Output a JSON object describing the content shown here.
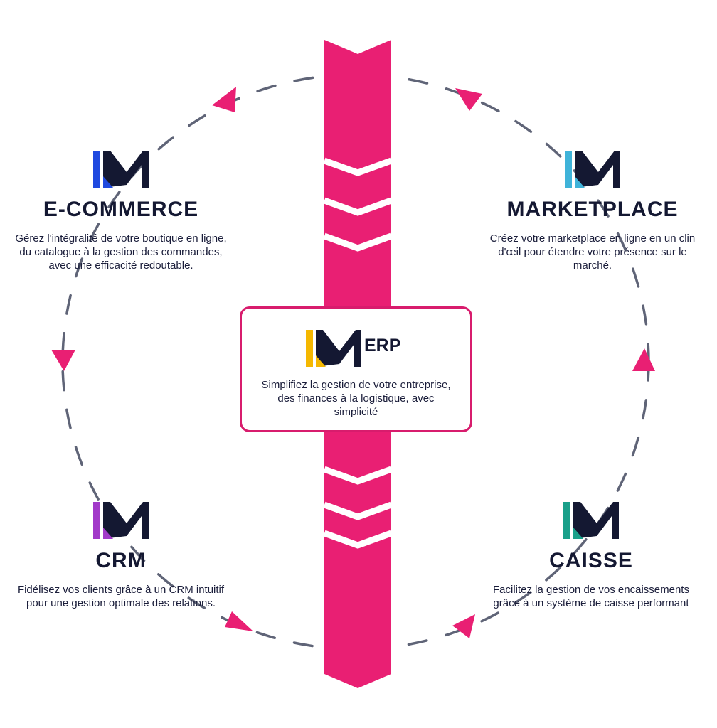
{
  "colors": {
    "arrow": "#e91f73",
    "dash": "#5f6477",
    "navy": "#141832",
    "ecommerce_accent": "#1f49e0",
    "marketplace_accent": "#3fb3d9",
    "crm_accent": "#a23ac9",
    "caisse_accent": "#1aa08a",
    "erp_accent": "#f5b800"
  },
  "modules": {
    "ecommerce": {
      "title": "E-COMMERCE",
      "desc": "Gérez l'intégralité de votre boutique en ligne, du catalogue à la gestion des commandes, avec une efficacité redoutable.",
      "icon": "im-logo-blue"
    },
    "marketplace": {
      "title": "MARKETPLACE",
      "desc": "Créez votre marketplace en ligne en un clin d'œil pour étendre votre présence sur le marché.",
      "icon": "im-logo-lightblue"
    },
    "crm": {
      "title": "CRM",
      "desc": "Fidélisez vos clients grâce à un CRM intuitif pour une gestion optimale des relations.",
      "icon": "im-logo-purple"
    },
    "caisse": {
      "title": "CAISSE",
      "desc": "Facilitez la gestion de vos encaissements grâce à un système de caisse performant",
      "icon": "im-logo-green"
    }
  },
  "erp": {
    "label": "ERP",
    "desc": "Simplifiez la gestion de votre entreprise, des finances à la logistique, avec simplicité",
    "icon": "im-logo-yellow"
  }
}
